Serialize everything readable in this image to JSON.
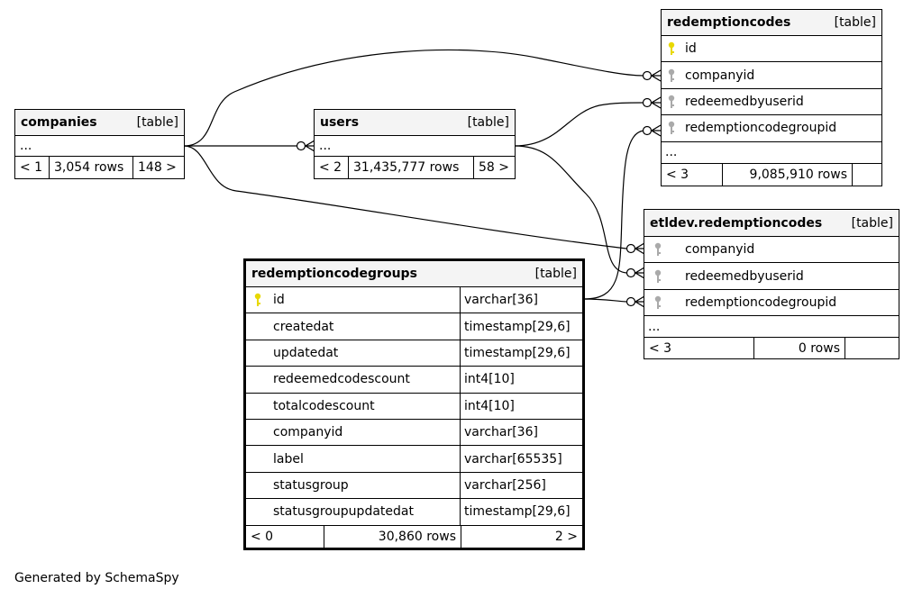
{
  "colors": {
    "pk_key": "#e8d800",
    "fk_key": "#aaaaaa",
    "header_bg": "#f4f4f4",
    "edge": "#000000"
  },
  "tables": {
    "companies": {
      "name": "companies",
      "type": "[table]",
      "ellipsis": "...",
      "parents": "< 1",
      "rows": "3,054 rows",
      "children": "148 >"
    },
    "users": {
      "name": "users",
      "type": "[table]",
      "ellipsis": "...",
      "parents": "< 2",
      "rows": "31,435,777 rows",
      "children": "58 >"
    },
    "redemptioncodes": {
      "name": "redemptioncodes",
      "type": "[table]",
      "columns": [
        {
          "name": "id",
          "key": "pk-key-icon"
        },
        {
          "name": "companyid",
          "key": "fk-key-icon"
        },
        {
          "name": "redeemedbyuserid",
          "key": "fk-key-icon"
        },
        {
          "name": "redemptioncodegroupid",
          "key": "fk-key-icon"
        }
      ],
      "ellipsis": "...",
      "parents": "< 3",
      "rows": "9,085,910 rows",
      "children": ""
    },
    "etldev": {
      "name": "etldev.redemptioncodes",
      "type": "[table]",
      "columns": [
        {
          "name": "companyid",
          "key": "fk-key-icon"
        },
        {
          "name": "redeemedbyuserid",
          "key": "fk-key-icon"
        },
        {
          "name": "redemptioncodegroupid",
          "key": "fk-key-icon"
        }
      ],
      "ellipsis": "...",
      "parents": "< 3",
      "rows": "0 rows",
      "children": ""
    },
    "groups": {
      "name": "redemptioncodegroups",
      "type": "[table]",
      "columns": [
        {
          "name": "id",
          "type": "varchar[36]",
          "key": "pk-key-icon"
        },
        {
          "name": "createdat",
          "type": "timestamp[29,6]"
        },
        {
          "name": "updatedat",
          "type": "timestamp[29,6]"
        },
        {
          "name": "redeemedcodescount",
          "type": "int4[10]"
        },
        {
          "name": "totalcodescount",
          "type": "int4[10]"
        },
        {
          "name": "companyid",
          "type": "varchar[36]"
        },
        {
          "name": "label",
          "type": "varchar[65535]"
        },
        {
          "name": "statusgroup",
          "type": "varchar[256]"
        },
        {
          "name": "statusgroupupdatedat",
          "type": "timestamp[29,6]"
        }
      ],
      "parents": "< 0",
      "rows": "30,860 rows",
      "children": "2 >"
    }
  },
  "footer": "Generated by SchemaSpy"
}
